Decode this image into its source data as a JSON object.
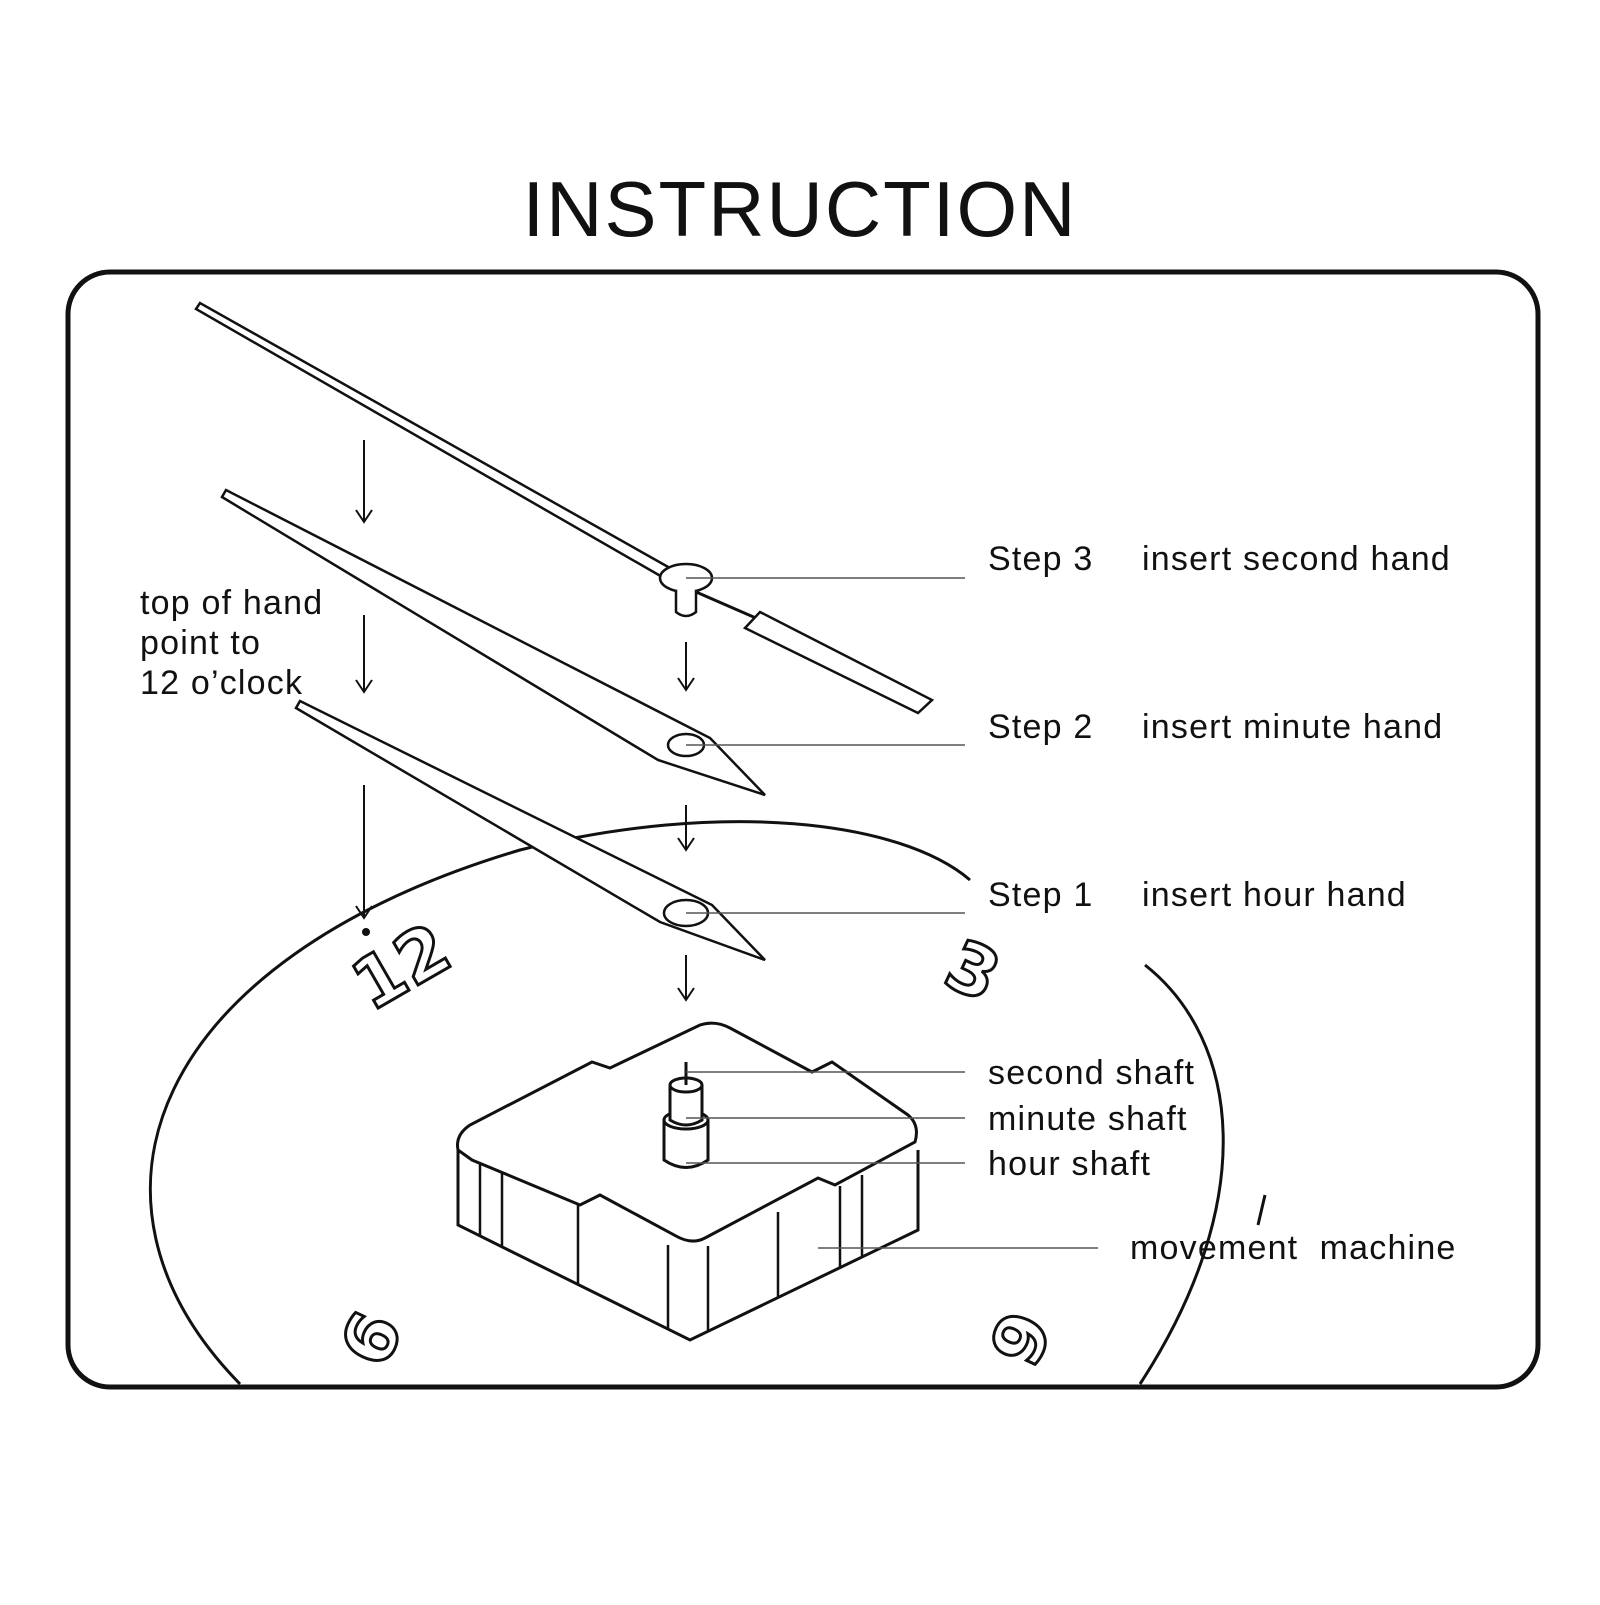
{
  "title": "INSTRUCTION",
  "hint": [
    "top of hand",
    "point to",
    "12 o’clock"
  ],
  "steps": [
    {
      "step": "Step 3",
      "text": "insert second hand"
    },
    {
      "step": "Step 2",
      "text": "insert minute hand"
    },
    {
      "step": "Step 1",
      "text": "insert hour hand"
    }
  ],
  "parts": [
    "second shaft",
    "minute shaft",
    "hour shaft",
    "movement  machine"
  ],
  "numerals": {
    "twelve": "12",
    "three": "3",
    "six": "6",
    "nine": "9"
  },
  "colors": {
    "ink": "#111111",
    "background": "#ffffff"
  }
}
